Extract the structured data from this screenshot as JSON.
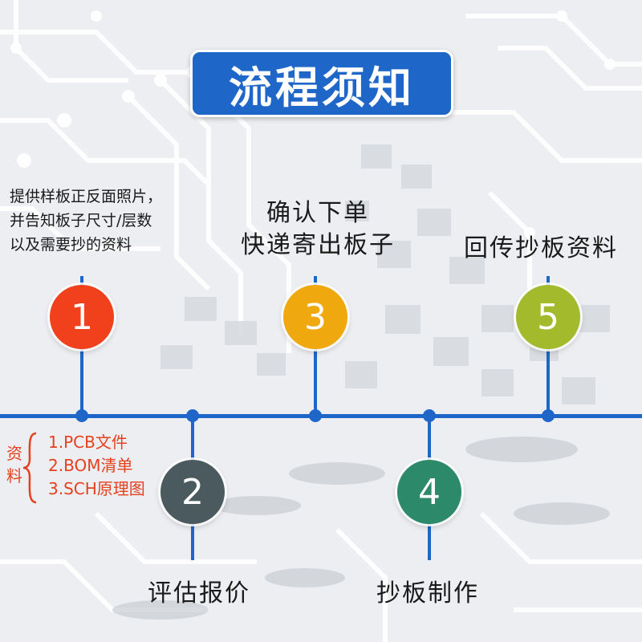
{
  "title": "流程须知",
  "steps": [
    {
      "number": "1",
      "text_lines": [
        "提供样板正反面照片，",
        "并告知板子尺寸/层数",
        "以及需要抄的资料"
      ],
      "color": "#f0401c"
    },
    {
      "number": "2",
      "text_lines": [
        "评估报价"
      ],
      "color": "#4b5a5e"
    },
    {
      "number": "3",
      "text_lines": [
        "确认下单",
        "快递寄出板子"
      ],
      "color": "#f0a80f"
    },
    {
      "number": "4",
      "text_lines": [
        "抄板制作"
      ],
      "color": "#2c8a6a"
    },
    {
      "number": "5",
      "text_lines": [
        "回传抄板资料"
      ],
      "color": "#a3ba2d"
    }
  ],
  "materials": {
    "tag_chars": [
      "资",
      "料"
    ],
    "items": [
      "1.PCB文件",
      "2.BOM清单",
      "3.SCH原理图"
    ],
    "color": "#e5411f"
  },
  "accent": "#1f66c9"
}
